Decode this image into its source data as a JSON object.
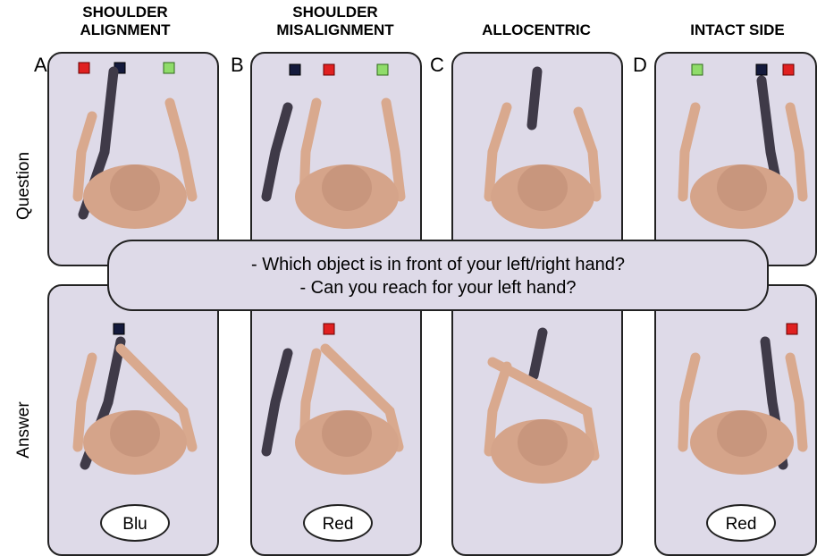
{
  "columns": [
    {
      "letter": "A",
      "title_line1": "SHOULDER",
      "title_line2": "ALIGNMENT"
    },
    {
      "letter": "B",
      "title_line1": "SHOULDER",
      "title_line2": "MISALIGNMENT"
    },
    {
      "letter": "C",
      "title_line1": "ALLOCENTRIC",
      "title_line2": ""
    },
    {
      "letter": "D",
      "title_line1": "INTACT SIDE",
      "title_line2": ""
    }
  ],
  "rows": {
    "question": "Question",
    "answer": "Answer"
  },
  "prompt": {
    "line1": "- Which object is in front of your left/right hand?",
    "line2": "- Can you reach for your left hand?"
  },
  "answers": [
    "Blu",
    "Red",
    "",
    "Red"
  ],
  "colors": {
    "panel_bg": "#dedae8",
    "skin_arm": "#d9a98e",
    "dark_arm": "#3f3a48",
    "torso": "#d5a48a",
    "cube_red": "#e02020",
    "cube_navy": "#141a3c",
    "cube_green": "#8fdc6a"
  }
}
